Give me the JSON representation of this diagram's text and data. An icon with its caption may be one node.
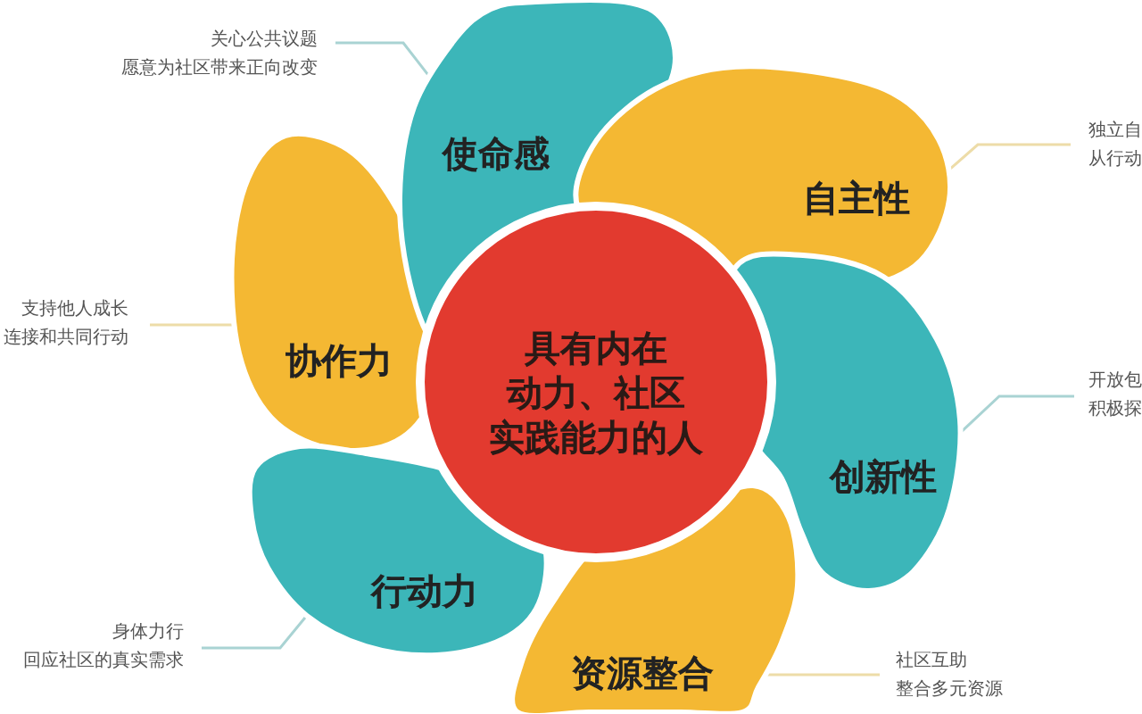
{
  "diagram": {
    "nodes": [
      {
        "text": [
          "关心公共议题",
          "愿意为社区带来正向改变"
        ]
      },
      {
        "text": [
          "使命感"
        ]
      },
      {
        "text": [
          "独立自",
          "从行动"
        ]
      },
      {
        "text": [
          "自主性"
        ]
      },
      {
        "text": [
          "支持他人成长",
          "连接和共同行动"
        ]
      },
      {
        "text": [
          "协作力"
        ]
      },
      {
        "text": [
          "具有内在动力、社区实践能力的人"
        ]
      },
      {
        "text": [
          "开放包",
          "积极探"
        ]
      },
      {
        "text": [
          "创新性"
        ]
      },
      {
        "text": [
          "行动力"
        ]
      },
      {
        "text": [
          "身体力行",
          "回应社区的真实需求"
        ]
      },
      {
        "text": [
          "资源整合"
        ]
      },
      {
        "text": [
          "社区互助",
          "整合多元资源"
        ]
      }
    ],
    "edges": [
      {
        "from": 0,
        "to": 1,
        "arrow": "none",
        "color": "#a9d3d3"
      },
      {
        "from": 2,
        "to": 3,
        "arrow": "none",
        "color": "#eddca8"
      },
      {
        "from": 4,
        "to": 5,
        "arrow": "none",
        "color": "#eddca8"
      },
      {
        "from": 7,
        "to": 8,
        "arrow": "none",
        "color": "#a9d3d3"
      },
      {
        "from": 10,
        "to": 9,
        "arrow": "none",
        "color": "#a9d3d3"
      },
      {
        "from": 12,
        "to": 11,
        "arrow": "none",
        "color": "#eddca8"
      }
    ]
  }
}
